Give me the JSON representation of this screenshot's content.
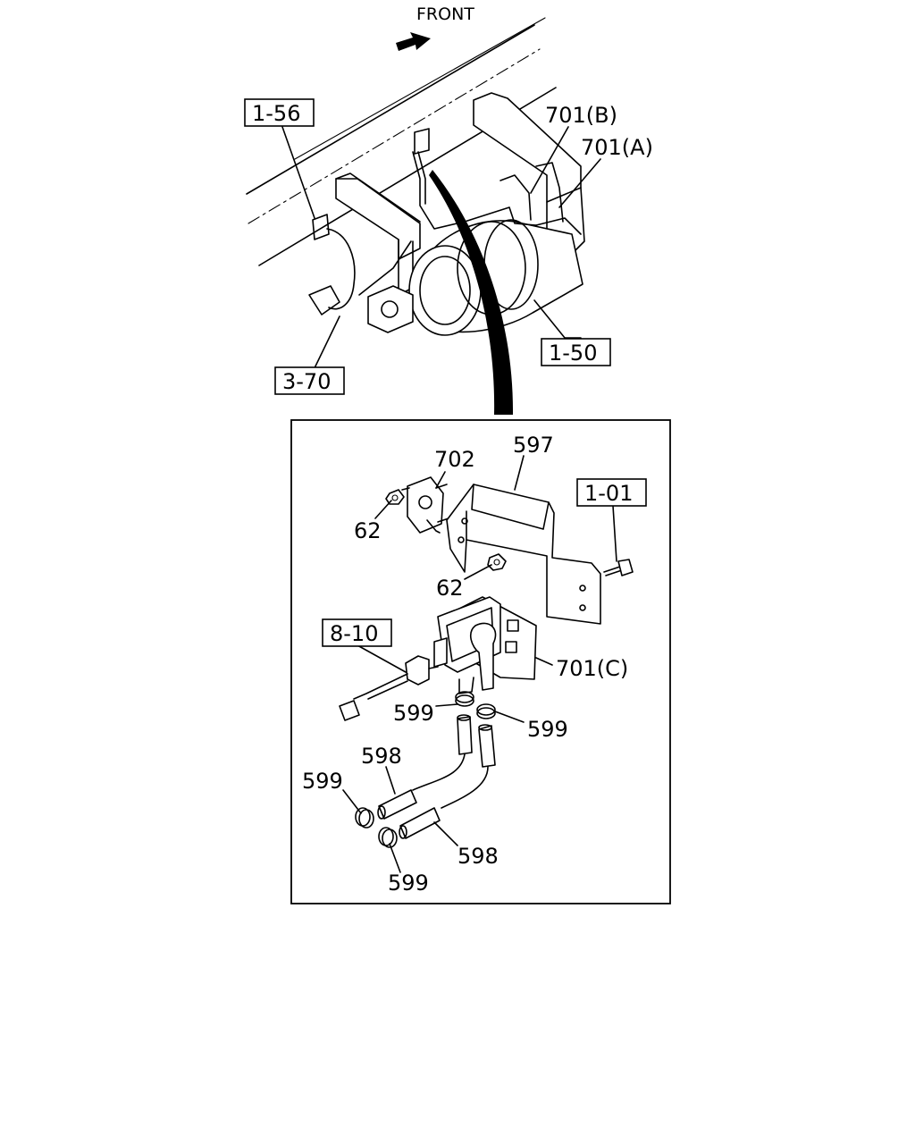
{
  "direction": {
    "label": "FRONT"
  },
  "refs": {
    "r1_56": "1-56",
    "r1_50": "1-50",
    "r3_70": "3-70",
    "r1_01": "1-01",
    "r8_10": "8-10"
  },
  "callouts": {
    "c701b": "701(B)",
    "c701a": "701(A)",
    "c702": "702",
    "c597": "597",
    "c62a": "62",
    "c62b": "62",
    "c701c": "701(C)",
    "c599a": "599",
    "c599b": "599",
    "c598a": "598",
    "c599c": "599",
    "c598b": "598",
    "c599d": "599"
  }
}
